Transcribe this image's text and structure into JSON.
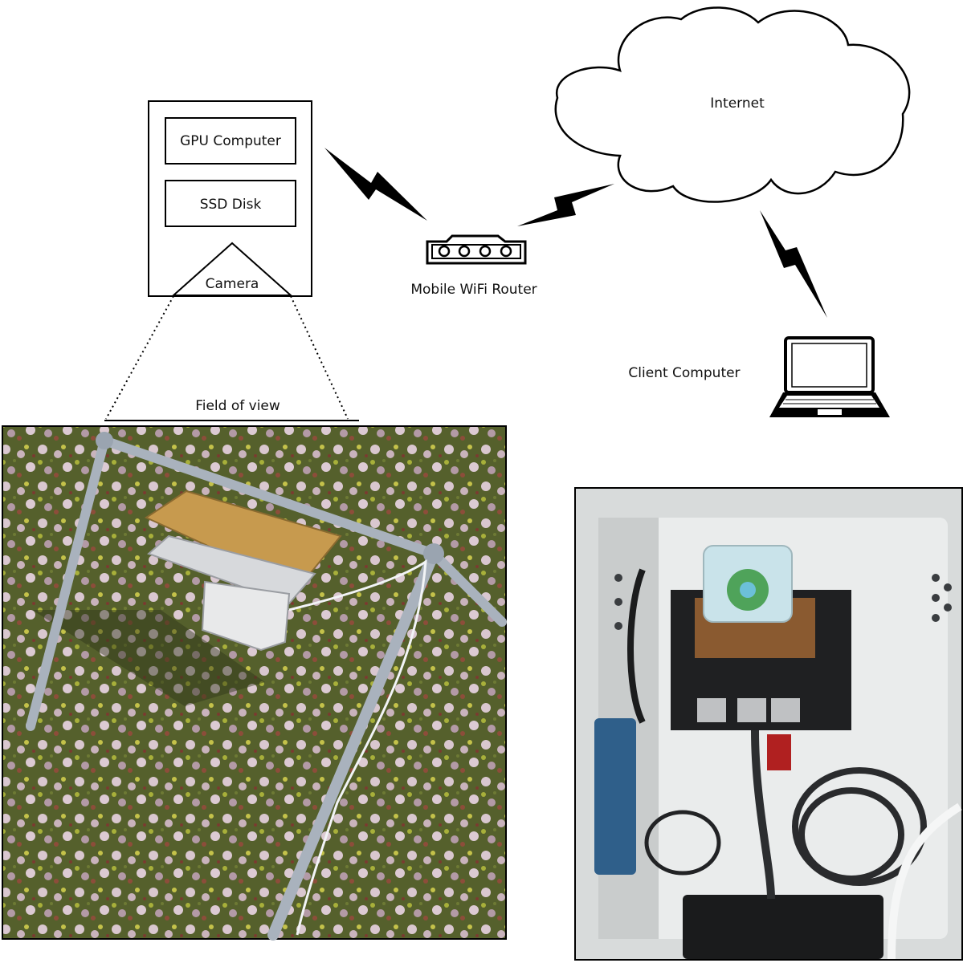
{
  "device": {
    "gpu_label": "GPU Computer",
    "ssd_label": "SSD Disk",
    "camera_label": "Camera"
  },
  "router": {
    "label": "Mobile WiFi Router"
  },
  "cloud": {
    "label": "Internet"
  },
  "client": {
    "label": "Client Computer"
  },
  "fov": {
    "label": "Field of view"
  },
  "colors": {
    "line": "#000000",
    "grass": "#4f5a2a",
    "enclosure": "#e4e6e6"
  }
}
